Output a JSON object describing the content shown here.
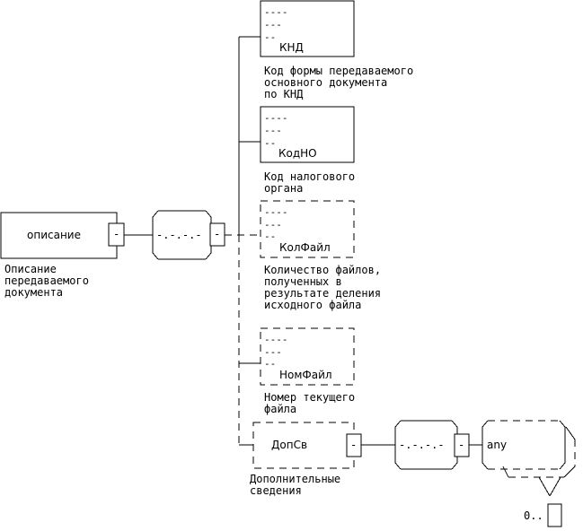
{
  "root": {
    "name": "описание",
    "description": [
      "Описание",
      "передаваемого",
      "документа"
    ]
  },
  "sequence_symbol": "-.-.-.-",
  "connector_symbol": "-",
  "elements": [
    {
      "name": "КНД",
      "optional": false,
      "has_type_marks": true,
      "description": [
        "Код формы передаваемого",
        "основного документа",
        "по КНД"
      ]
    },
    {
      "name": "КодНО",
      "optional": false,
      "has_type_marks": true,
      "description": [
        "Код налогового",
        "органа"
      ]
    },
    {
      "name": "КолФайл",
      "optional": true,
      "has_type_marks": true,
      "description": [
        "Количество файлов,",
        "полученных в",
        "результате деления",
        "исходного файла"
      ]
    },
    {
      "name": "НомФайл",
      "optional": true,
      "has_type_marks": true,
      "description": [
        "Номер текущего",
        "файла"
      ]
    },
    {
      "name": "ДопСв",
      "optional": true,
      "has_type_marks": false,
      "description": [
        "Дополнительные",
        "сведения"
      ]
    }
  ],
  "type_marks": [
    "----",
    "---",
    "--"
  ],
  "any_element": {
    "name": "any",
    "multiplicity": "0.."
  }
}
